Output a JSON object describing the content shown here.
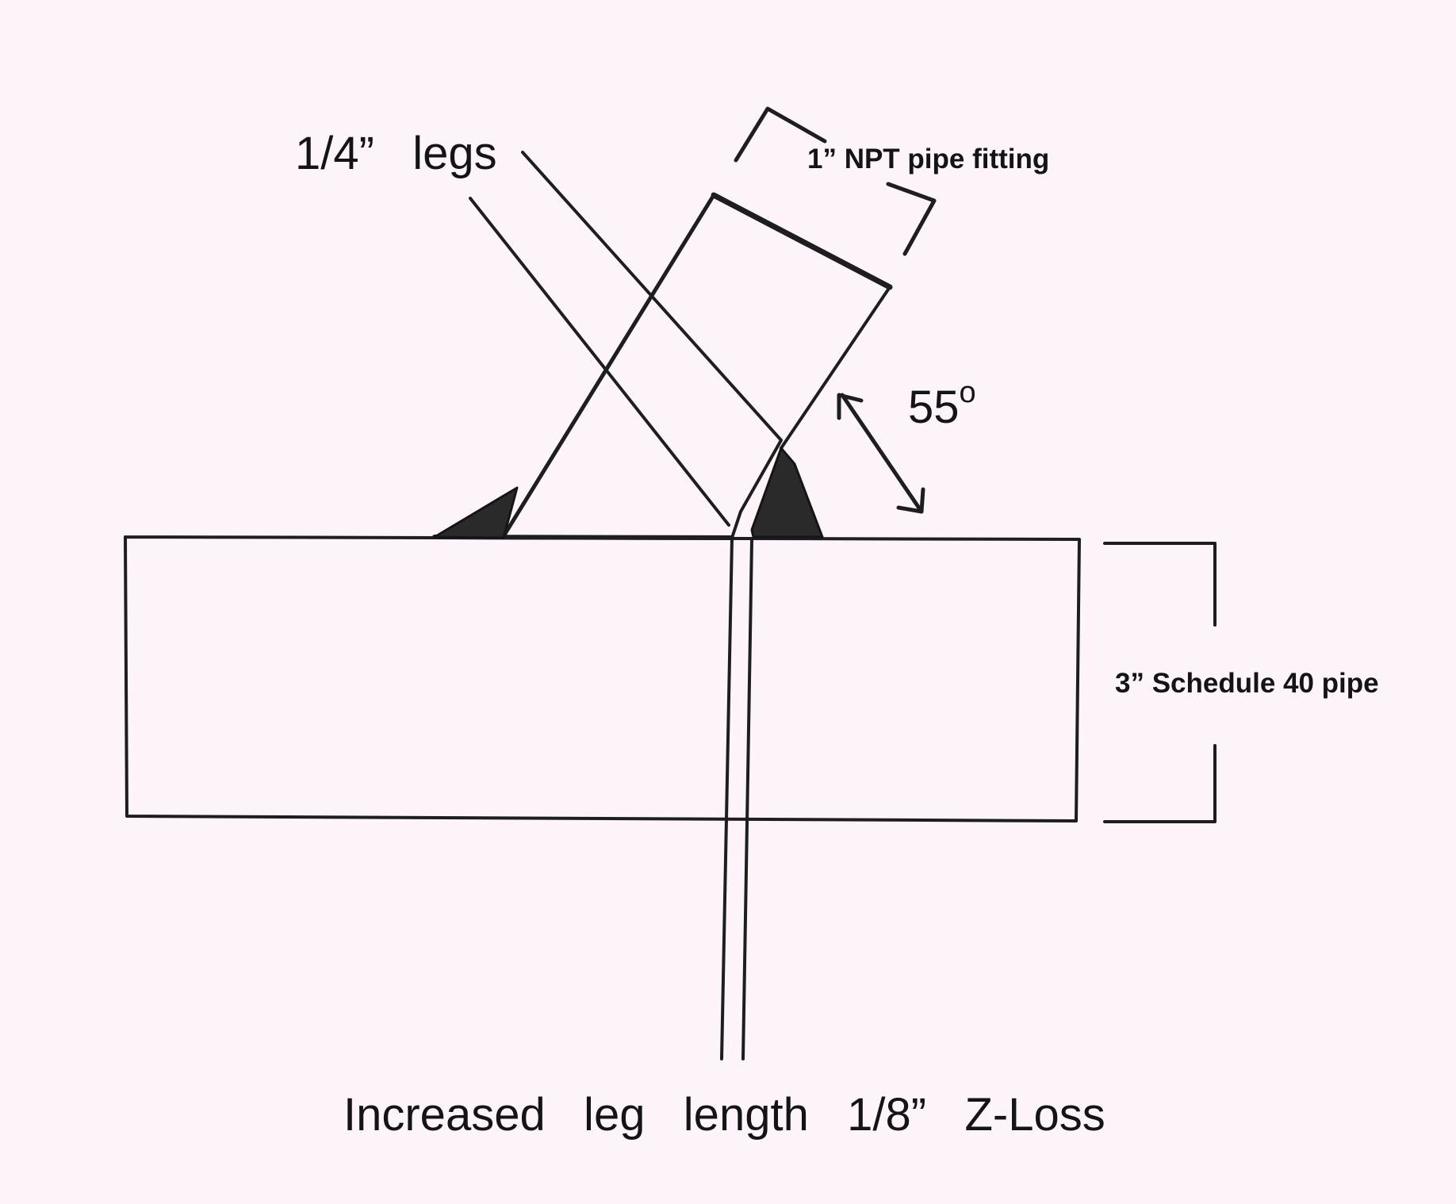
{
  "labels": {
    "legs": "1/4”   legs",
    "fitting": "1” NPT pipe fitting",
    "angle": "55",
    "angle_degree": "o",
    "pipe": "3” Schedule 40 pipe",
    "caption": "Increased   leg   length   1/8”   Z-Loss"
  },
  "colors": {
    "paper": "#fcf4fa",
    "ink": "#1e1e1e",
    "weld_fill": "#2a2a2a"
  }
}
